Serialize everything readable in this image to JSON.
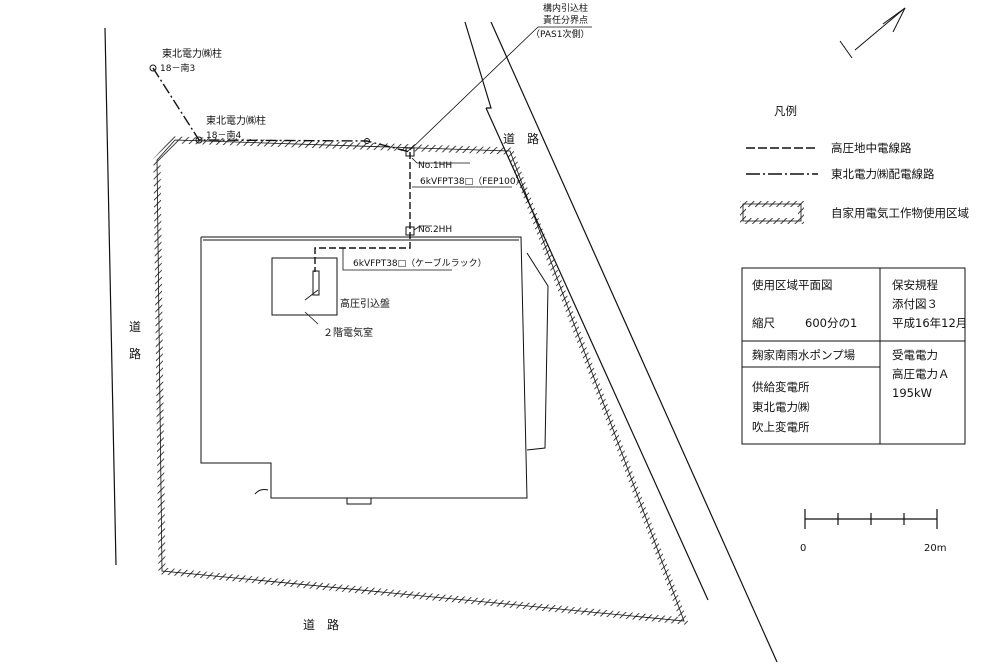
{
  "legend": {
    "title": "凡例",
    "underground_line": "高圧地中電線路",
    "distribution_line": "東北電力㈱配電線路",
    "usage_area": "自家用電気工作物使用区域"
  },
  "roads": {
    "label_top": "道　路",
    "label_left_1": "道",
    "label_left_2": "路",
    "label_bottom": "道　路"
  },
  "poles": {
    "pole1_name": "東北電力㈱柱",
    "pole1_no": "18－南3",
    "pole2_name": "東北電力㈱柱",
    "pole2_no": "18－南4"
  },
  "demarcation": {
    "line1": "構内引込柱",
    "line2": "責任分界点",
    "line3": "（PAS1次側）"
  },
  "handholes": {
    "hh1": "No.1HH",
    "hh2": "No.2HH"
  },
  "cables": {
    "cable1": "6kVFPT38□（FEP100）",
    "cable2": "6kVFPT38□（ケーブルラック）"
  },
  "building": {
    "incoming_panel": "高圧引込盤",
    "electrical_room": "２階電気室"
  },
  "title_block": {
    "drawing_name": "使用区域平面図",
    "scale_label": "縮尺",
    "scale_value": "600分の1",
    "regulation": "保安規程",
    "attachment": "添付図３",
    "date": "平成16年12月",
    "facility": "麹家南雨水ポンプ場",
    "received_power_label": "受電電力",
    "received_power_type": "高圧電力Ａ",
    "received_power_value": "195kW",
    "substation_label": "供給変電所",
    "substation_company": "東北電力㈱",
    "substation_name": "吹上変電所"
  },
  "scale_bar": {
    "start": "0",
    "end": "20m"
  }
}
